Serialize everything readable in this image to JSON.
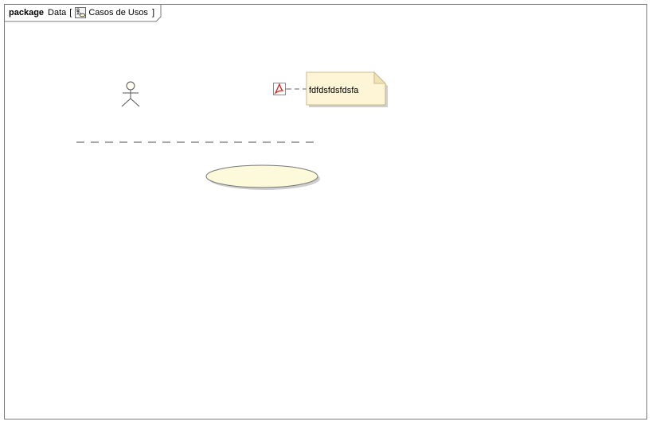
{
  "diagram": {
    "frame": {
      "keyword": "package",
      "name": "Data",
      "open_bracket": "[",
      "diagram_icon": "use-case-diagram-icon",
      "diagram_name": "Casos de Usos",
      "close_bracket": "]"
    },
    "actor": {
      "icon": "stick-figure-actor-icon",
      "name": ""
    },
    "anchor_icon": "pdf-document-icon",
    "note": {
      "text": "fdfdsfdsfdsfa",
      "fill_color": "#fef7d9",
      "border_color": "#d8c58f"
    },
    "usecase": {
      "name": "",
      "fill_color": "#fdfbdc"
    },
    "frame_color": "#7a7a7a"
  }
}
